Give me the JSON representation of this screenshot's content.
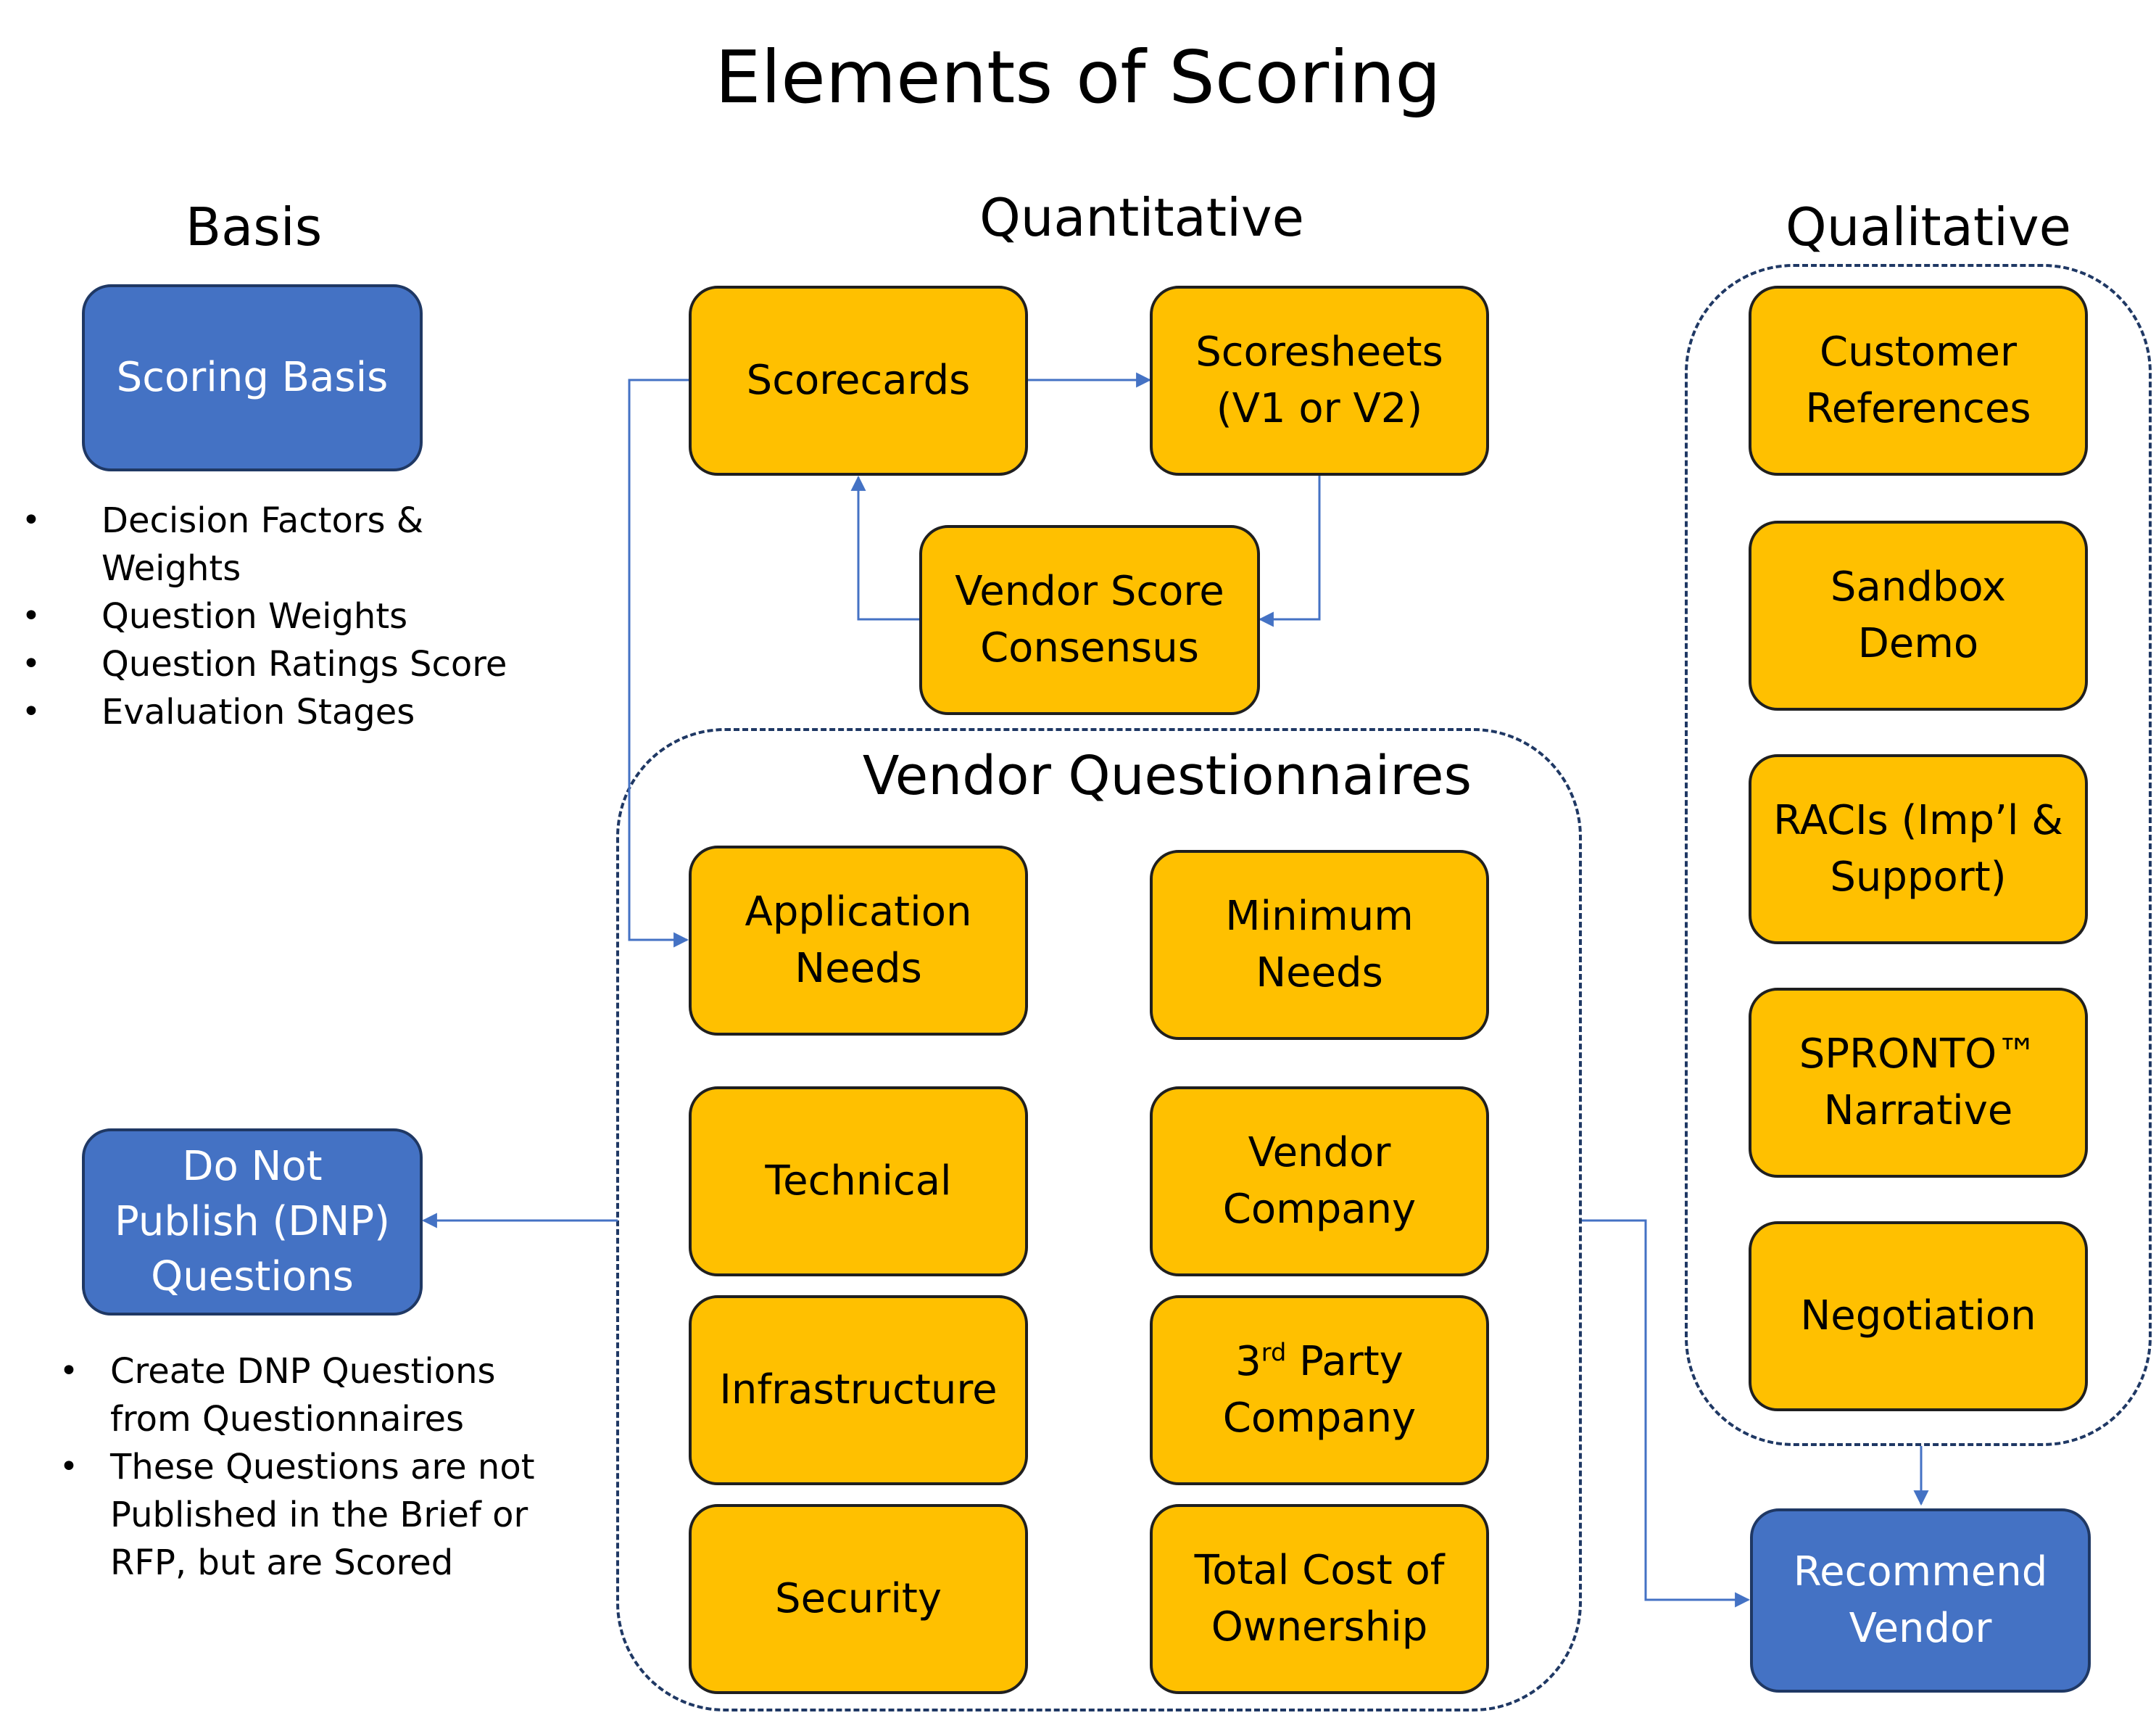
{
  "title": "Elements of Scoring",
  "headings": {
    "basis": "Basis",
    "quantitative": "Quantitative",
    "qualitative": "Qualitative",
    "vendor_questionnaires": "Vendor Questionnaires"
  },
  "basis": {
    "scoring_basis": "Scoring Basis",
    "bullets": [
      "Decision Factors & Weights",
      "Question Weights",
      "Question Ratings Score",
      "Evaluation Stages"
    ],
    "dnp_line1": "Do Not",
    "dnp_line2": "Publish (DNP)",
    "dnp_line3": "Questions",
    "dnp_bullets": [
      {
        "l1": "Create DNP Questions",
        "l2": "from Questionnaires",
        "l3": ""
      },
      {
        "l1": "These Questions are not",
        "l2": "Published in the Brief or",
        "l3": "RFP, but are Scored"
      }
    ]
  },
  "quantitative": {
    "scorecards": "Scorecards",
    "scoresheets_l1": "Scoresheets",
    "scoresheets_l2": "(V1 or V2)",
    "consensus_l1": "Vendor Score",
    "consensus_l2": "Consensus"
  },
  "questionnaires": {
    "application_l1": "Application",
    "application_l2": "Needs",
    "minimum_l1": "Minimum",
    "minimum_l2": "Needs",
    "technical": "Technical",
    "vendor_company_l1": "Vendor",
    "vendor_company_l2": "Company",
    "infrastructure": "Infrastructure",
    "third_party_num": "3",
    "third_party_sup": "rd",
    "third_party_rest": " Party",
    "third_party_l2": "Company",
    "security": "Security",
    "tco_l1": "Total Cost of",
    "tco_l2": "Ownership"
  },
  "qualitative": {
    "references_l1": "Customer",
    "references_l2": "References",
    "sandbox_l1": "Sandbox",
    "sandbox_l2": "Demo",
    "racis_l1": "RACIs (Imp’l &",
    "racis_l2": "Support)",
    "spronto_l1": "SPRONTO™",
    "spronto_l2": "Narrative",
    "negotiation": "Negotiation"
  },
  "recommend_l1": "Recommend",
  "recommend_l2": "Vendor",
  "colors": {
    "box_orange": "#ffc000",
    "box_blue": "#4472c4",
    "connector": "#4472c4",
    "group_border": "#1f3864"
  }
}
